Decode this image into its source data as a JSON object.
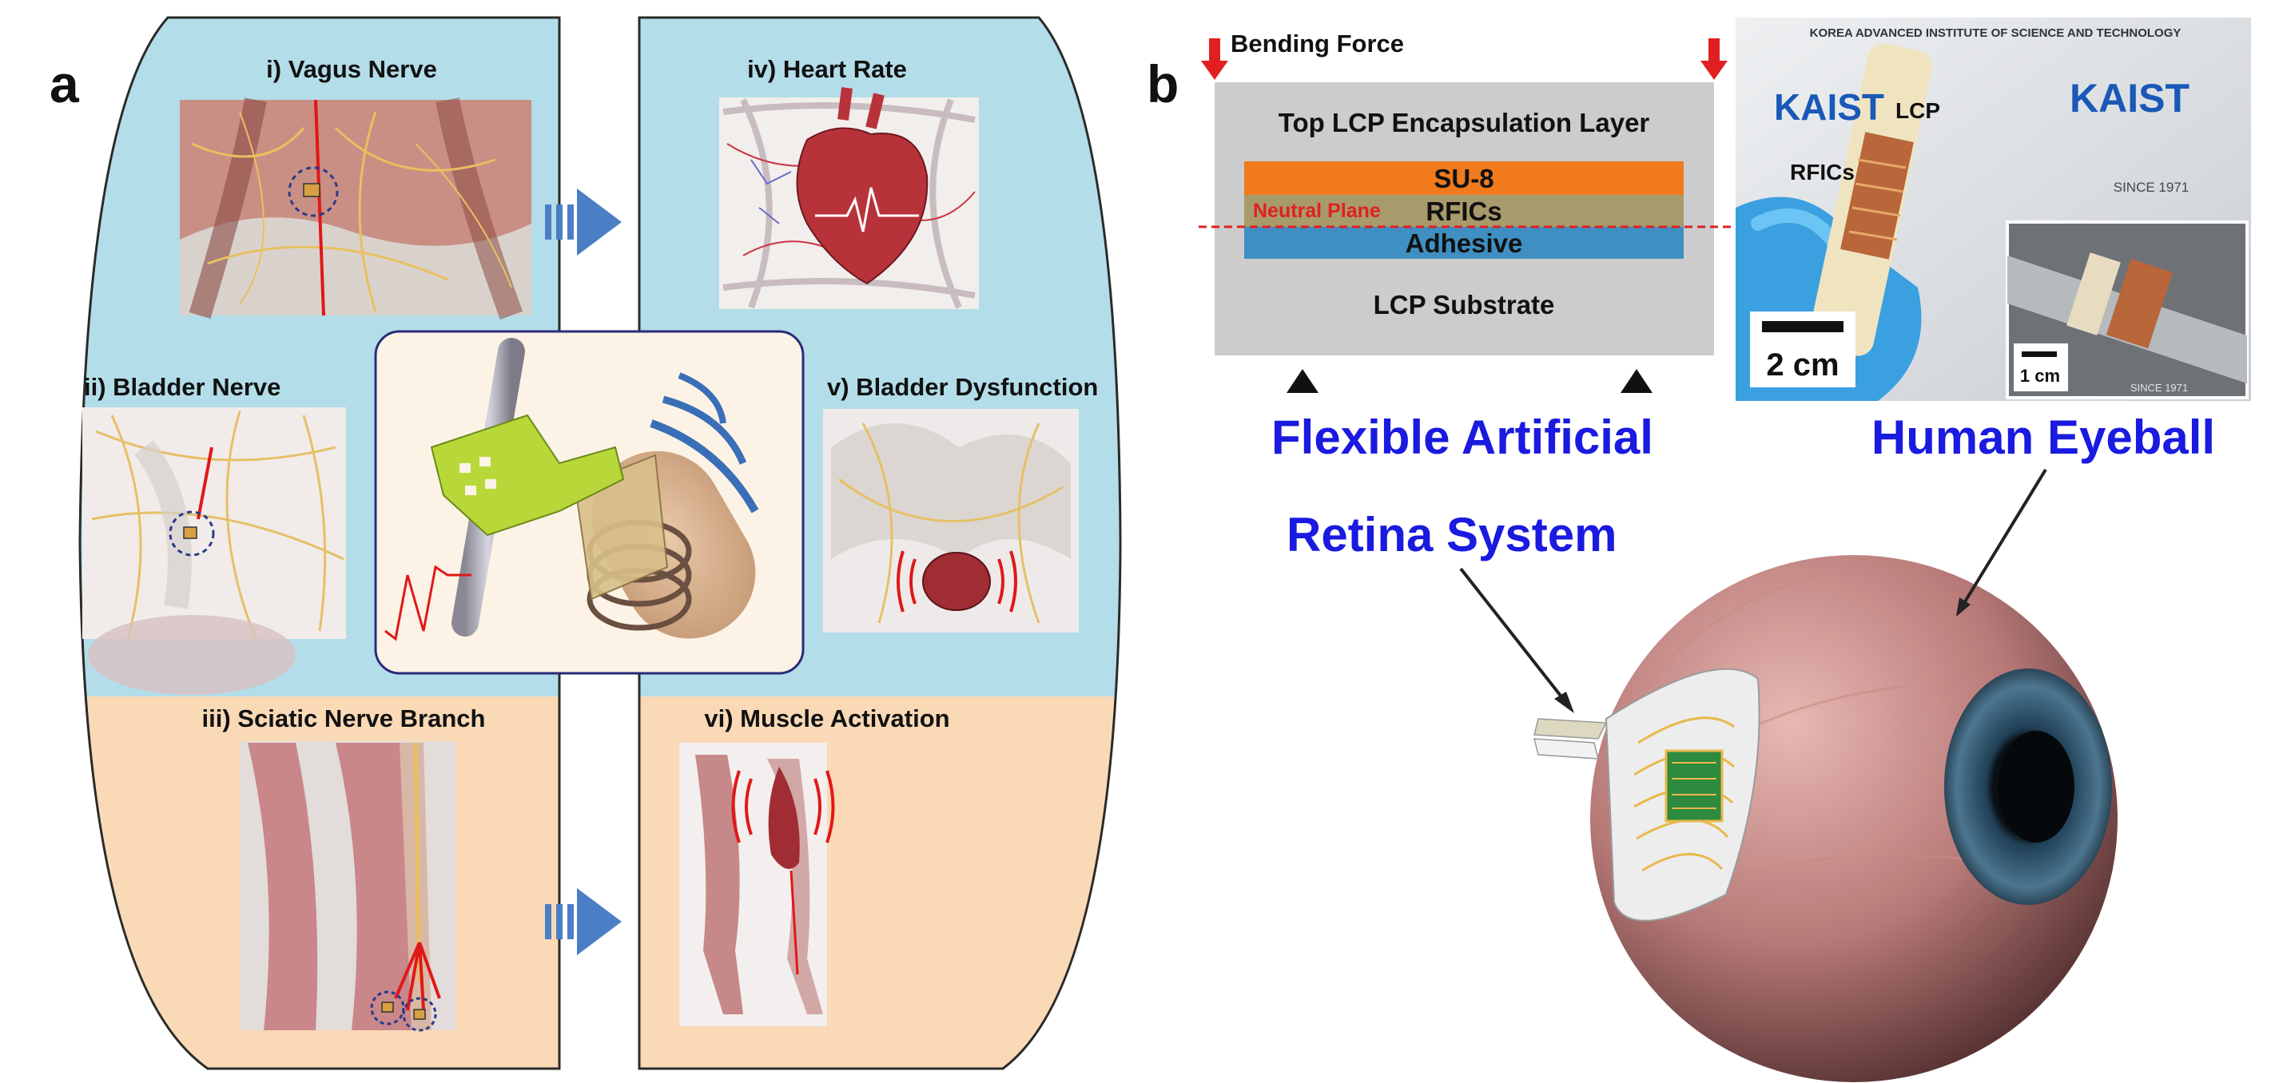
{
  "panel_a": {
    "letter": "a",
    "sections": {
      "vagus": "i)  Vagus Nerve",
      "heart": "iv) Heart Rate",
      "bladder_nerve": "ii)  Bladder Nerve",
      "bladder_dys": "v) Bladder Dysfunction",
      "sciatic": "iii) Sciatic Nerve Branch",
      "muscle": "vi) Muscle Activation"
    }
  },
  "panel_b": {
    "letter": "b",
    "bending_force": "Bending Force",
    "layers": {
      "top": "Top LCP Encapsulation Layer",
      "su8": "SU-8",
      "neutral": "Neutral Plane",
      "rfics": "RFICs",
      "adhesive": "Adhesive",
      "substrate": "LCP Substrate"
    },
    "photo": {
      "kaist": "KAIST",
      "lcp": "LCP",
      "rfics": "RFICs",
      "since": "SINCE 1971",
      "scale_main": "2 cm",
      "scale_inset": "1 cm",
      "ring_text": "KOREA ADVANCED INSTITUTE OF SCIENCE AND TECHNOLOGY"
    },
    "captions": {
      "flexible": "Flexible Artificial",
      "retina": "Retina System",
      "eyeball": "Human Eyeball"
    }
  },
  "colors": {
    "blue_region": "#b3dde9",
    "peach_region": "#fad9b6",
    "arrow_blue": "#4a7fc6",
    "su8": "#f07a1c",
    "rfics": "#a89a6a",
    "adhesive": "#3f8fc2",
    "lcp_gray": "#cccccc",
    "force_red": "#e02020",
    "caption_blue": "#1a1ae0"
  }
}
